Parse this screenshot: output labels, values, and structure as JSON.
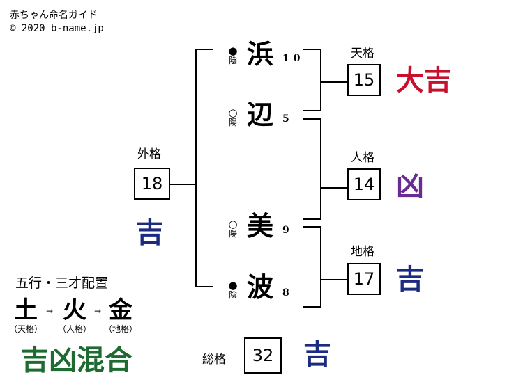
{
  "header": {
    "title": "赤ちゃん命名ガイド",
    "copyright": "© 2020 b-name.jp"
  },
  "name_chars": [
    {
      "char": "浜",
      "strokes": "10",
      "yinyang": "陰",
      "symbol": "●"
    },
    {
      "char": "辺",
      "strokes": "5",
      "yinyang": "陽",
      "symbol": "○"
    },
    {
      "char": "美",
      "strokes": "9",
      "yinyang": "陽",
      "symbol": "○"
    },
    {
      "char": "波",
      "strokes": "8",
      "yinyang": "陰",
      "symbol": "●"
    }
  ],
  "kaku": {
    "tenkaku": {
      "label": "天格",
      "value": "15",
      "fortune": "大吉",
      "color": "#c8102e"
    },
    "jinkaku": {
      "label": "人格",
      "value": "14",
      "fortune": "凶",
      "color": "#6a2c91"
    },
    "chikaku": {
      "label": "地格",
      "value": "17",
      "fortune": "吉",
      "color": "#1c2a80"
    },
    "gaikaku": {
      "label": "外格",
      "value": "18",
      "fortune": "吉",
      "color": "#1c2a80"
    },
    "soukaku": {
      "label": "総格",
      "value": "32",
      "fortune": "吉",
      "color": "#1c2a80"
    }
  },
  "gogyo": {
    "title": "五行・三才配置",
    "arrow": "→",
    "elements": [
      {
        "char": "土",
        "sub": "（天格）"
      },
      {
        "char": "火",
        "sub": "（人格）"
      },
      {
        "char": "金",
        "sub": "（地格）"
      }
    ],
    "result": "吉凶混合",
    "result_color": "#1e6b32"
  }
}
